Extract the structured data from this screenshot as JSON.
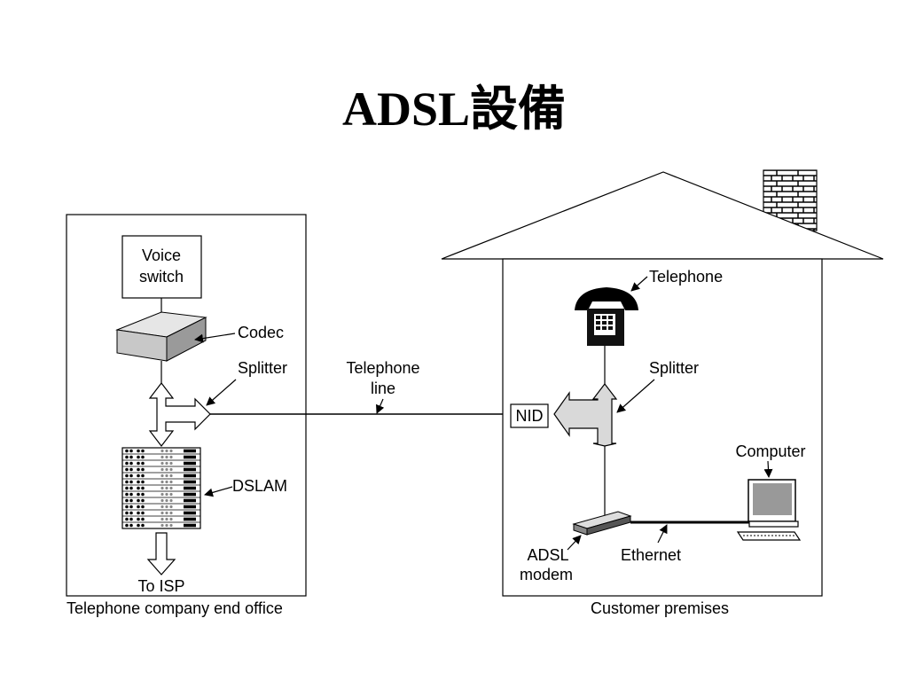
{
  "title": "ADSL設備",
  "office": {
    "caption": "Telephone company end office",
    "voice_switch": [
      "Voice",
      "switch"
    ],
    "codec": "Codec",
    "splitter": "Splitter",
    "dslam": "DSLAM",
    "to_isp": "To ISP"
  },
  "line": {
    "label": [
      "Telephone",
      "line"
    ]
  },
  "premises": {
    "caption": "Customer premises",
    "telephone": "Telephone",
    "splitter": "Splitter",
    "nid": "NID",
    "computer": "Computer",
    "adsl_modem": [
      "ADSL",
      "modem"
    ],
    "ethernet": "Ethernet"
  }
}
